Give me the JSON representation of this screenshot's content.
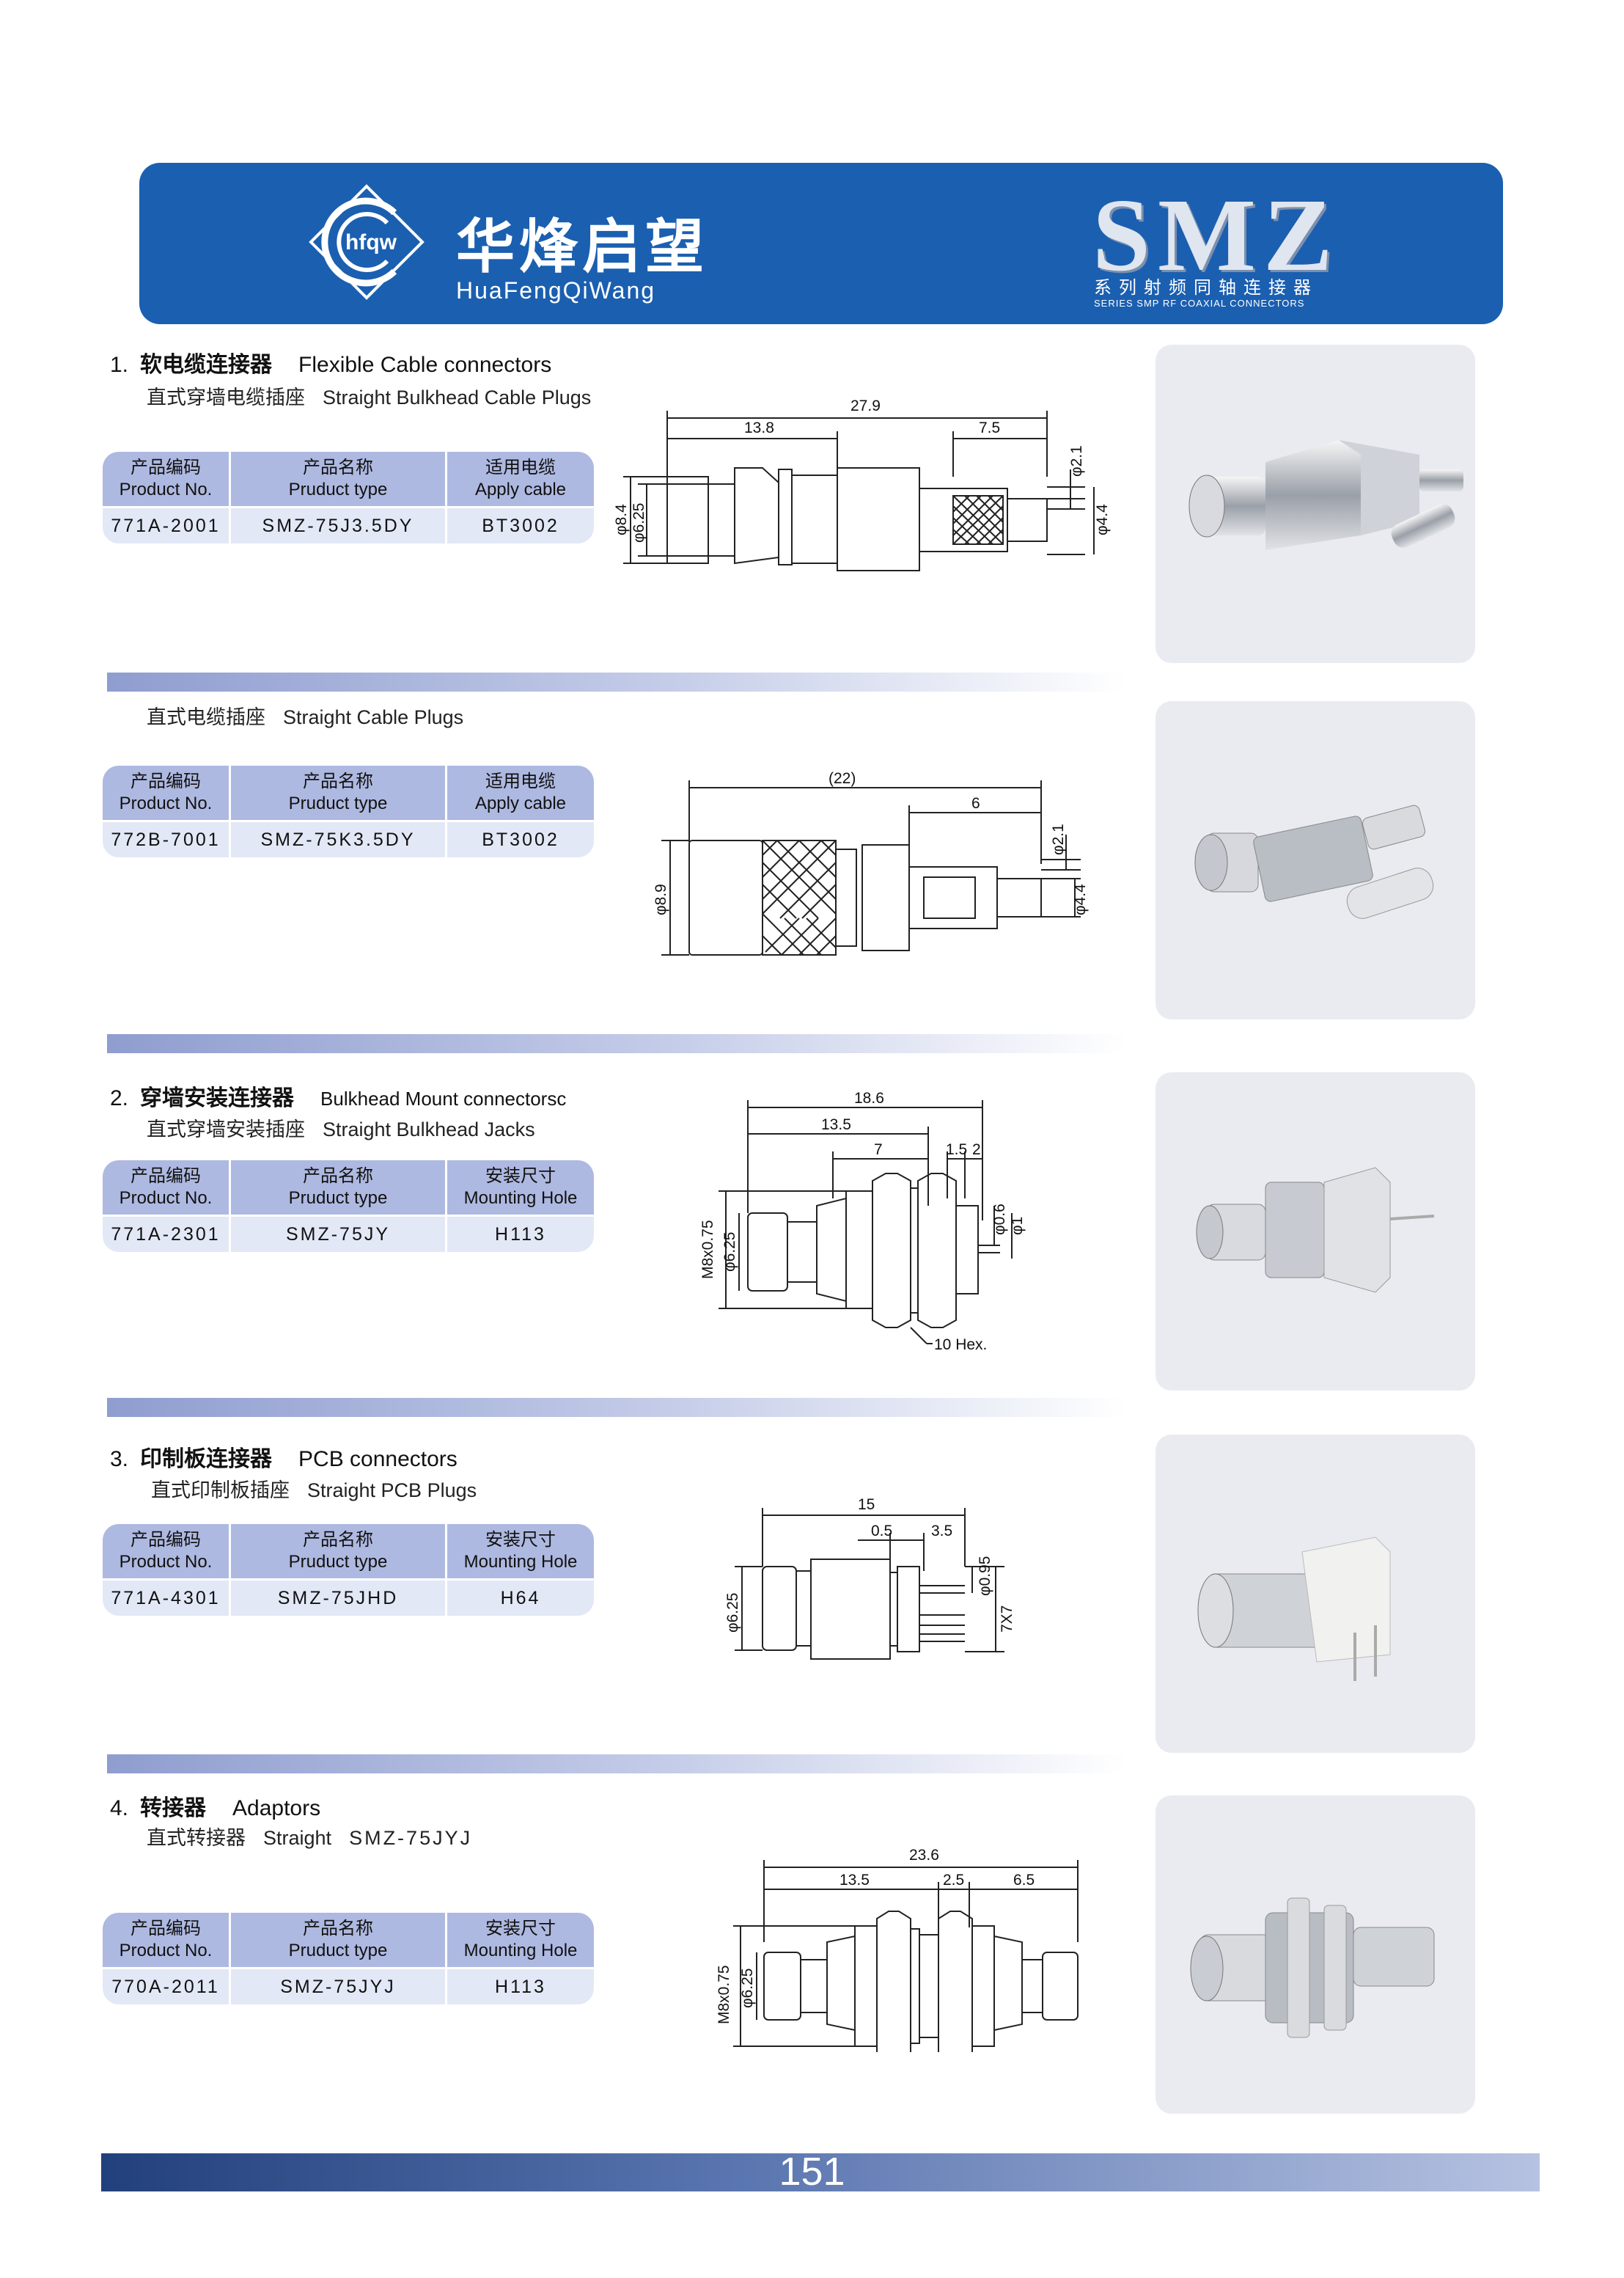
{
  "header": {
    "brand_cn": "华烽启望",
    "brand_en": "HuaFengQiWang",
    "logo_text": "hfqw",
    "series_word": "SMZ",
    "series_cn": "系列射频同轴连接器",
    "series_en": "SERIES SMP RF COAXIAL CONNECTORS"
  },
  "sections": [
    {
      "num": "1.",
      "title_cn": "软电缆连接器",
      "title_en": "Flexible Cable connectors",
      "items": [
        {
          "sub_cn": "直式穿墙电缆插座",
          "sub_en": "Straight Bulkhead Cable Plugs",
          "headers": [
            {
              "cn": "产品编码",
              "en": "Product No."
            },
            {
              "cn": "产品名称",
              "en": "Pruduct type"
            },
            {
              "cn": "适用电缆",
              "en": "Apply cable"
            }
          ],
          "row": [
            "771A-2001",
            "SMZ-75J3.5DY",
            "BT3002"
          ],
          "dims": [
            "27.9",
            "13.8",
            "7.5",
            "φ2.1",
            "φ4.4",
            "φ8.4",
            "φ6.25"
          ]
        },
        {
          "sub_cn": "直式电缆插座",
          "sub_en": "Straight Cable Plugs",
          "headers": [
            {
              "cn": "产品编码",
              "en": "Product No."
            },
            {
              "cn": "产品名称",
              "en": "Pruduct type"
            },
            {
              "cn": "适用电缆",
              "en": "Apply cable"
            }
          ],
          "row": [
            "772B-7001",
            "SMZ-75K3.5DY",
            "BT3002"
          ],
          "dims": [
            "(22)",
            "6",
            "φ2.1",
            "φ4.4",
            "φ8.9"
          ]
        }
      ]
    },
    {
      "num": "2.",
      "title_cn": "穿墙安装连接器",
      "title_en": "Bulkhead Mount connectorsc",
      "items": [
        {
          "sub_cn": "直式穿墙安装插座",
          "sub_en": "Straight Bulkhead Jacks",
          "headers": [
            {
              "cn": "产品编码",
              "en": "Product No."
            },
            {
              "cn": "产品名称",
              "en": "Pruduct type"
            },
            {
              "cn": "安装尺寸",
              "en": "Mounting Hole"
            }
          ],
          "row": [
            "771A-2301",
            "SMZ-75JY",
            "H113"
          ],
          "dims": [
            "18.6",
            "13.5",
            "7",
            "1.5",
            "2",
            "φ0.6",
            "φ1",
            "M8x0.75",
            "φ6.25",
            "10 Hex."
          ]
        }
      ]
    },
    {
      "num": "3.",
      "title_cn": "印制板连接器",
      "title_en": "PCB connectors",
      "items": [
        {
          "sub_cn": "直式印制板插座",
          "sub_en": "Straight PCB Plugs",
          "headers": [
            {
              "cn": "产品编码",
              "en": "Product No."
            },
            {
              "cn": "产品名称",
              "en": "Pruduct type"
            },
            {
              "cn": "安装尺寸",
              "en": "Mounting Hole"
            }
          ],
          "row": [
            "771A-4301",
            "SMZ-75JHD",
            "H64"
          ],
          "dims": [
            "15",
            "0.5",
            "3.5",
            "φ0.95",
            "7X7",
            "φ6.25"
          ]
        }
      ]
    },
    {
      "num": "4.",
      "title_cn": "转接器",
      "title_en": "Adaptors",
      "items": [
        {
          "sub_cn": "直式转接器",
          "sub_en": "Straight",
          "sub_model": "SMZ-75JYJ",
          "headers": [
            {
              "cn": "产品编码",
              "en": "Product No."
            },
            {
              "cn": "产品名称",
              "en": "Pruduct type"
            },
            {
              "cn": "安装尺寸",
              "en": "Mounting Hole"
            }
          ],
          "row": [
            "770A-2011",
            "SMZ-75JYJ",
            "H113"
          ],
          "dims": [
            "23.6",
            "13.5",
            "2.5",
            "6.5",
            "M8x0.75",
            "φ6.25"
          ]
        }
      ]
    }
  ],
  "footer": {
    "page": "151"
  }
}
